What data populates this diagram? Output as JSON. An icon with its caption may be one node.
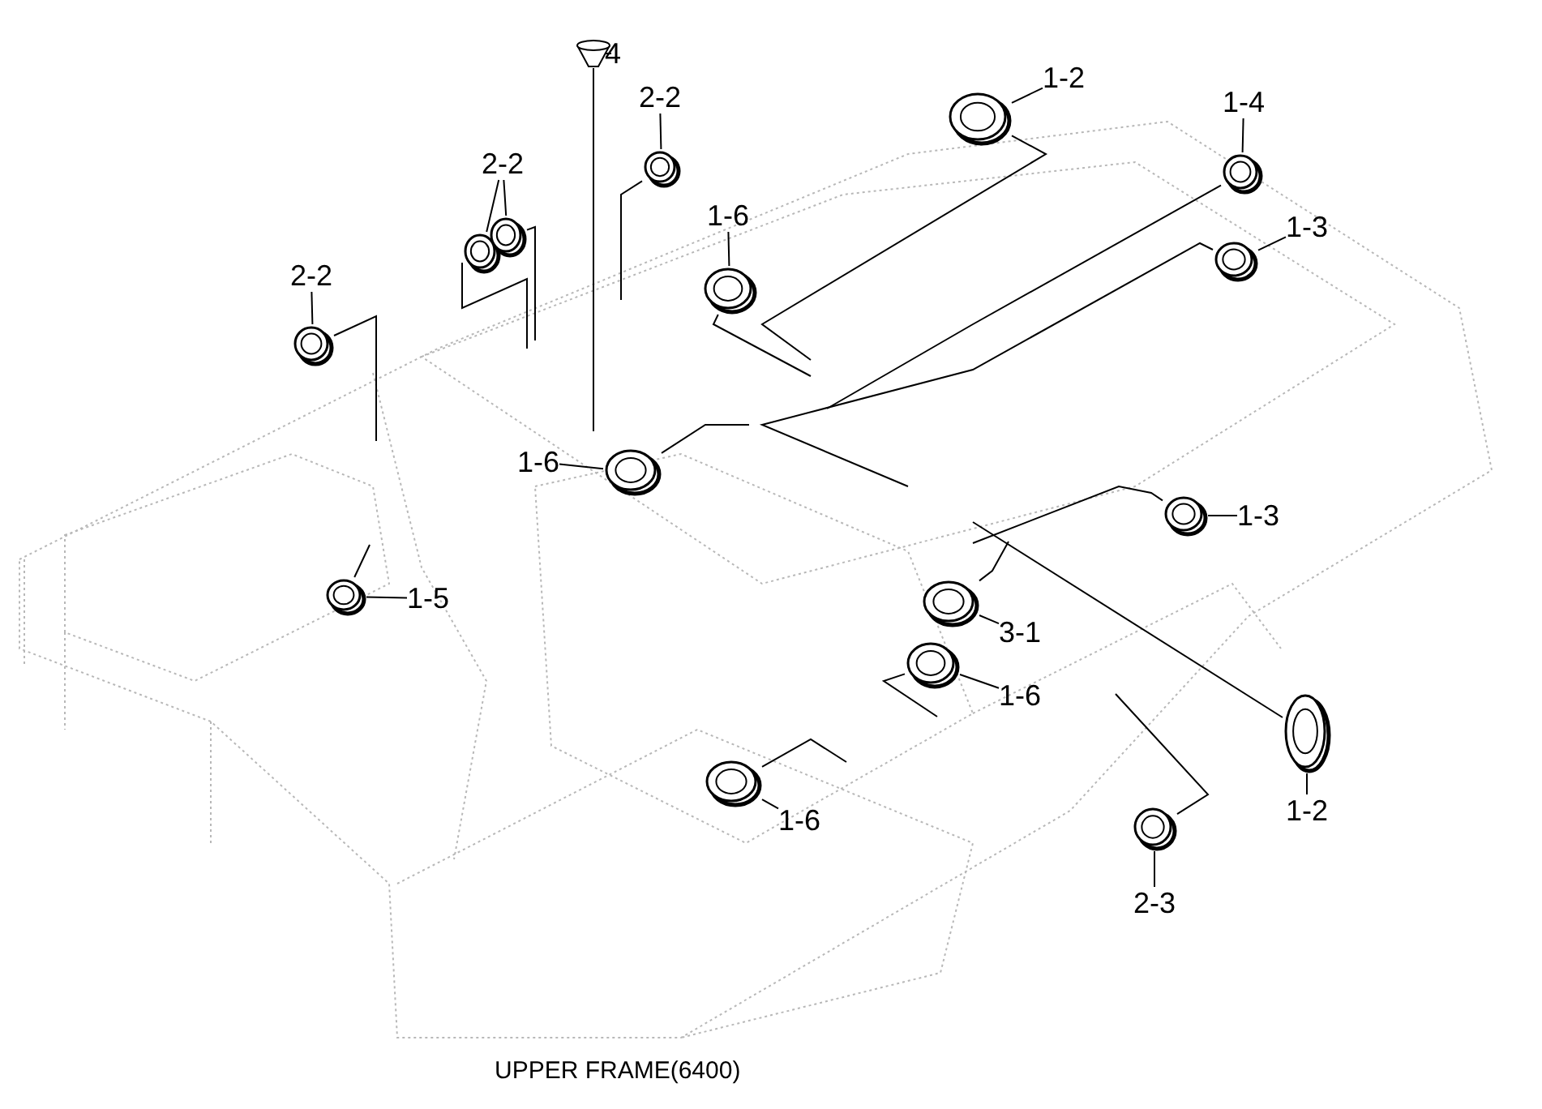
{
  "diagram": {
    "caption": "UPPER FRAME(6400)",
    "nodes": [
      {
        "text": [
          "4"
        ]
      },
      {
        "text": [],
        "shape": "cone"
      },
      {
        "text": [
          "2-2"
        ]
      },
      {
        "text": [],
        "shape": "ring"
      },
      {
        "text": [
          "2-2"
        ]
      },
      {
        "text": [],
        "shape": "ring"
      },
      {
        "text": [],
        "shape": "ring"
      },
      {
        "text": [
          "1-2"
        ]
      },
      {
        "text": [],
        "shape": "ring"
      },
      {
        "text": [
          "1-4"
        ]
      },
      {
        "text": [],
        "shape": "ring"
      },
      {
        "text": [
          "1-6"
        ]
      },
      {
        "text": [],
        "shape": "ring"
      },
      {
        "text": [
          "1-3"
        ]
      },
      {
        "text": [],
        "shape": "ring"
      },
      {
        "text": [
          "2-2"
        ]
      },
      {
        "text": [],
        "shape": "ring"
      },
      {
        "text": [
          "1-6"
        ]
      },
      {
        "text": [],
        "shape": "ring"
      },
      {
        "text": [
          "1-3"
        ]
      },
      {
        "text": [],
        "shape": "ring"
      },
      {
        "text": [
          "1-5"
        ]
      },
      {
        "text": [],
        "shape": "ring"
      },
      {
        "text": [
          "3-1"
        ]
      },
      {
        "text": [],
        "shape": "ring"
      },
      {
        "text": [
          "1-6"
        ]
      },
      {
        "text": [],
        "shape": "ring"
      },
      {
        "text": [
          "1-2"
        ]
      },
      {
        "text": [],
        "shape": "ring"
      },
      {
        "text": [
          "1-6"
        ]
      },
      {
        "text": [],
        "shape": "ring"
      },
      {
        "text": [
          "2-3"
        ]
      },
      {
        "text": [],
        "shape": "ring"
      }
    ],
    "edges": [
      {
        "from": 0,
        "to": 1,
        "arrow": "none"
      },
      {
        "from": 2,
        "to": 3,
        "arrow": "none"
      },
      {
        "from": 4,
        "to": 5,
        "arrow": "none"
      },
      {
        "from": 4,
        "to": 6,
        "arrow": "none"
      },
      {
        "from": 7,
        "to": 8,
        "arrow": "none"
      },
      {
        "from": 9,
        "to": 10,
        "arrow": "none"
      },
      {
        "from": 11,
        "to": 12,
        "arrow": "none"
      },
      {
        "from": 13,
        "to": 14,
        "arrow": "none"
      },
      {
        "from": 15,
        "to": 16,
        "arrow": "none"
      },
      {
        "from": 17,
        "to": 18,
        "arrow": "none"
      },
      {
        "from": 19,
        "to": 20,
        "arrow": "none"
      },
      {
        "from": 21,
        "to": 22,
        "arrow": "none"
      },
      {
        "from": 23,
        "to": 24,
        "arrow": "none"
      },
      {
        "from": 25,
        "to": 26,
        "arrow": "none"
      },
      {
        "from": 27,
        "to": 28,
        "arrow": "none"
      },
      {
        "from": 29,
        "to": 30,
        "arrow": "none"
      },
      {
        "from": 31,
        "to": 32,
        "arrow": "none"
      },
      {
        "from": 1,
        "to": null,
        "arrow": "none"
      },
      {
        "from": 3,
        "to": null,
        "arrow": "none"
      },
      {
        "from": 5,
        "to": null,
        "arrow": "none"
      },
      {
        "from": 6,
        "to": null,
        "arrow": "none"
      },
      {
        "from": 8,
        "to": null,
        "arrow": "none"
      },
      {
        "from": 10,
        "to": null,
        "arrow": "none"
      },
      {
        "from": 12,
        "to": null,
        "arrow": "none"
      },
      {
        "from": 14,
        "to": null,
        "arrow": "none"
      },
      {
        "from": 16,
        "to": null,
        "arrow": "none"
      },
      {
        "from": 18,
        "to": null,
        "arrow": "none"
      },
      {
        "from": 20,
        "to": null,
        "arrow": "none"
      },
      {
        "from": 22,
        "to": null,
        "arrow": "none"
      },
      {
        "from": 24,
        "to": null,
        "arrow": "none"
      },
      {
        "from": 26,
        "to": null,
        "arrow": "none"
      },
      {
        "from": 28,
        "to": null,
        "arrow": "none"
      },
      {
        "from": 30,
        "to": null,
        "arrow": "none"
      },
      {
        "from": 32,
        "to": null,
        "arrow": "none"
      }
    ]
  }
}
